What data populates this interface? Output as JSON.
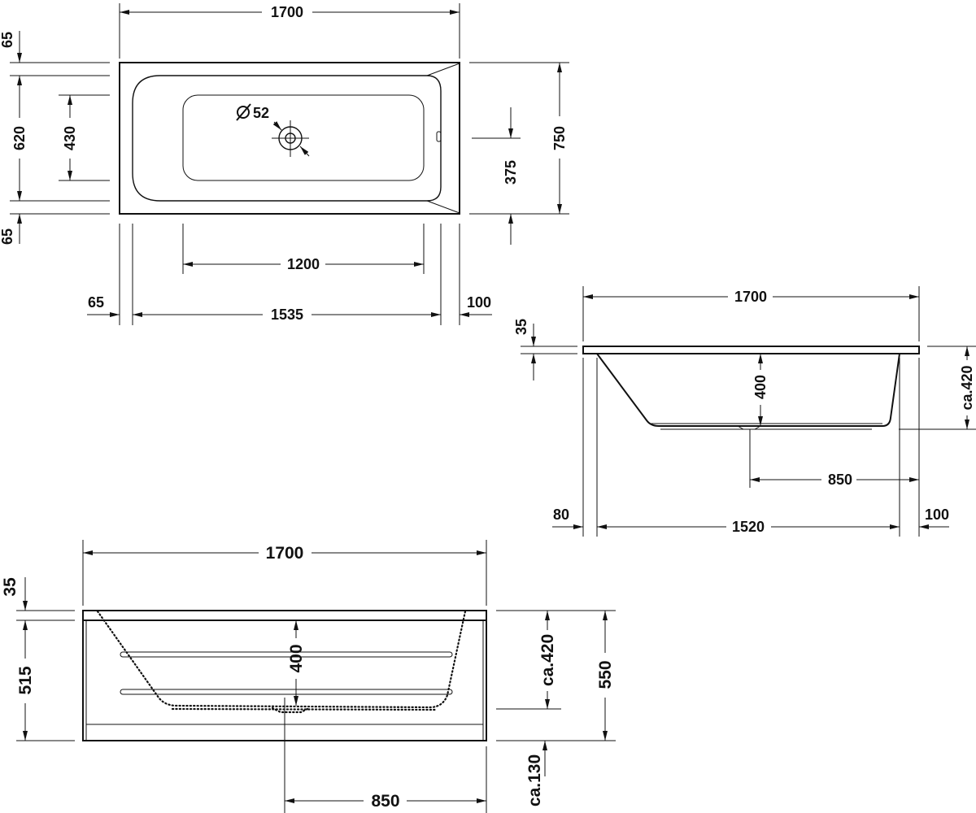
{
  "plan_view": {
    "overall_length": "1700",
    "inner_length": "1535",
    "floor_length": "1200",
    "end_left": "65",
    "end_right": "100",
    "rim_top": "65",
    "rim_bottom": "65",
    "inner_width": "620",
    "floor_width": "430",
    "overall_width": "750",
    "drain_offset": "375",
    "drain_diameter": "52"
  },
  "side_section": {
    "overall_length": "1700",
    "rim_thickness": "35",
    "depth": "400",
    "height": "ca.420",
    "drain_distance": "850",
    "end_left": "80",
    "inner_length": "1520",
    "end_right": "100"
  },
  "front_view": {
    "overall_length": "1700",
    "rim_thickness": "35",
    "panel_height": "515",
    "depth": "400",
    "height": "ca.420",
    "total_height": "550",
    "floor_clearance": "ca.130",
    "drain_distance": "850"
  },
  "colors": {
    "line": "#111111",
    "background": "#ffffff"
  }
}
